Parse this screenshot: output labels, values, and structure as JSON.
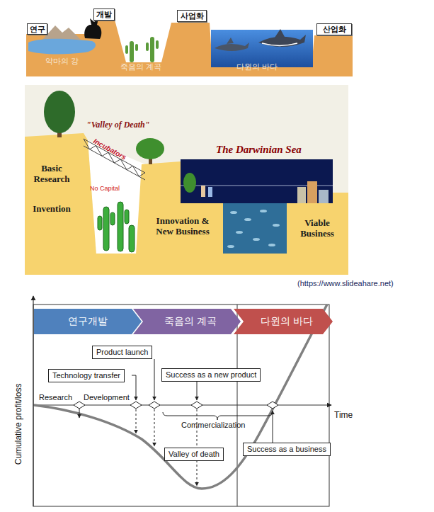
{
  "diagram": {
    "caption": "(https://www.slideahare.net)",
    "nodes": [
      {
        "text": [
          "연구"
        ]
      },
      {
        "text": [
          "개발"
        ]
      },
      {
        "text": [
          "사업화"
        ]
      },
      {
        "text": [
          "산업화"
        ]
      },
      {
        "text": [
          "연구개발"
        ]
      },
      {
        "text": [
          "죽음의 계곡"
        ]
      },
      {
        "text": [
          "다윈의 바다"
        ]
      },
      {
        "text": [
          "Product launch"
        ]
      },
      {
        "text": [
          "Technology transfer"
        ]
      },
      {
        "text": [
          "Success as a new product"
        ]
      },
      {
        "text": [
          "Valley of death"
        ]
      },
      {
        "text": [
          "Success as a business"
        ]
      }
    ],
    "labels": [
      "악마의 강",
      "죽음의 계곡",
      "다윈의 바다",
      "\"Valley of Death\"",
      "Incubators",
      "The Darwinian Sea",
      "Basic Research",
      "Invention",
      "No Capital",
      "Innovation & New Business",
      "Viable Business",
      "Research",
      "Development",
      "Time",
      "Commercialization",
      "Cumulative profit/loss"
    ]
  }
}
